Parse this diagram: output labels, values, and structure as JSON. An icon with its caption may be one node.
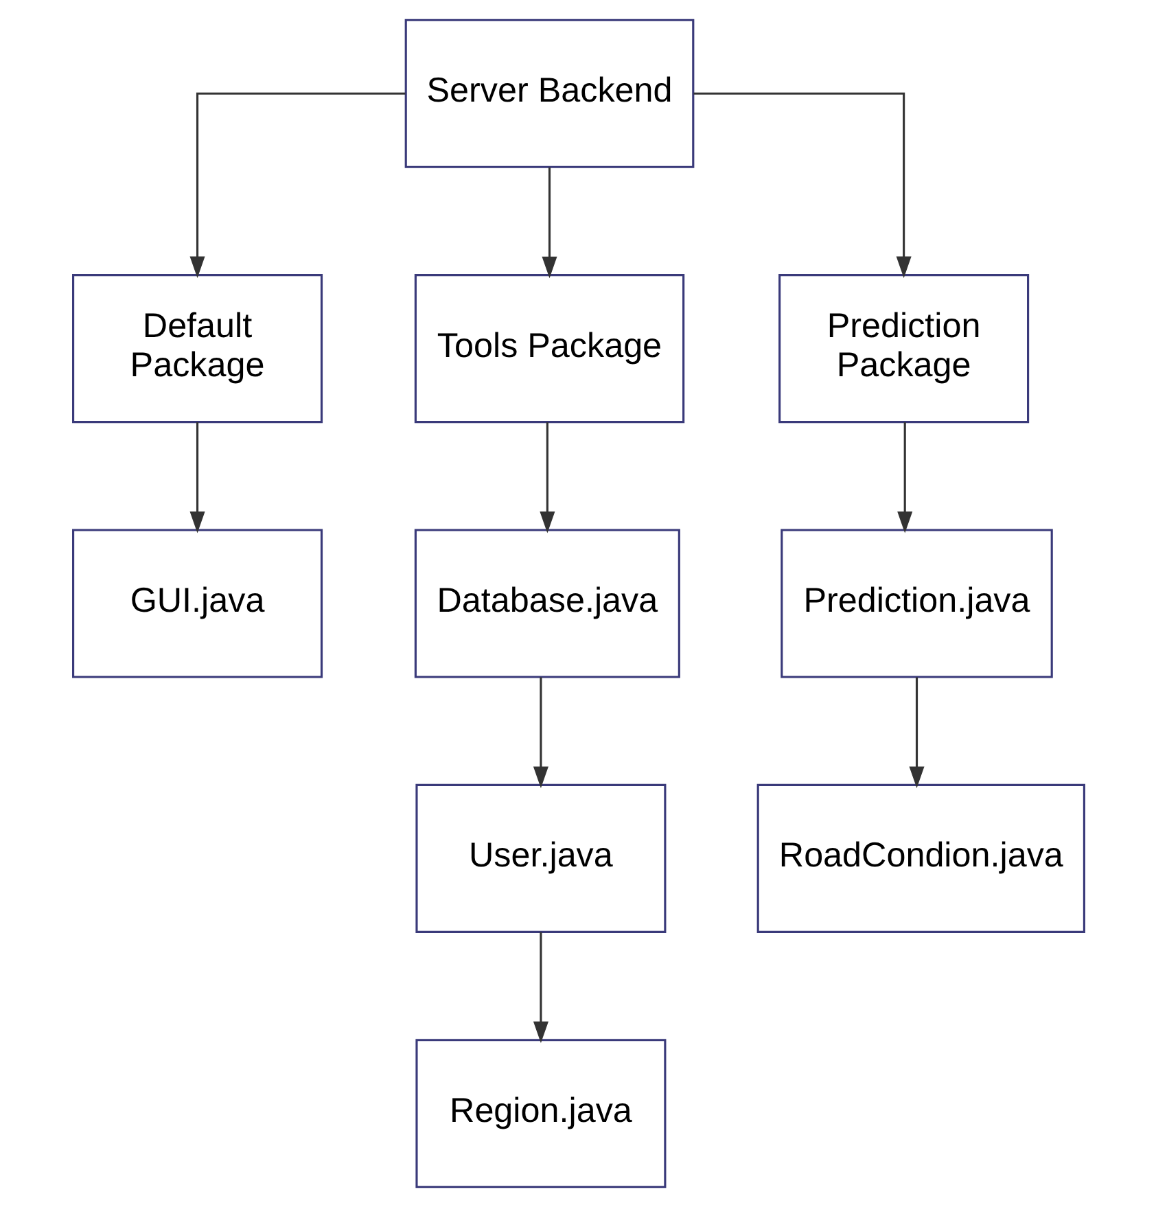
{
  "diagram": {
    "nodes": [
      {
        "text": [
          "Server Backend"
        ]
      },
      {
        "text": [
          "Default Package"
        ]
      },
      {
        "text": [
          "Tools Package"
        ]
      },
      {
        "text": [
          "Prediction Package"
        ]
      },
      {
        "text": [
          "GUI.java"
        ]
      },
      {
        "text": [
          "Database.java"
        ]
      },
      {
        "text": [
          "Prediction.java"
        ]
      },
      {
        "text": [
          "User.java"
        ]
      },
      {
        "text": [
          "RoadCondion.java"
        ]
      },
      {
        "text": [
          "Region.java"
        ]
      }
    ],
    "edges": [
      {
        "from": 0,
        "to": 1,
        "arrow": "to"
      },
      {
        "from": 0,
        "to": 2,
        "arrow": "to"
      },
      {
        "from": 0,
        "to": 3,
        "arrow": "to"
      },
      {
        "from": 1,
        "to": 4,
        "arrow": "to"
      },
      {
        "from": 2,
        "to": 5,
        "arrow": "to"
      },
      {
        "from": 3,
        "to": 6,
        "arrow": "to"
      },
      {
        "from": 5,
        "to": 7,
        "arrow": "to"
      },
      {
        "from": 6,
        "to": 8,
        "arrow": "to"
      },
      {
        "from": 7,
        "to": 9,
        "arrow": "to"
      }
    ]
  }
}
